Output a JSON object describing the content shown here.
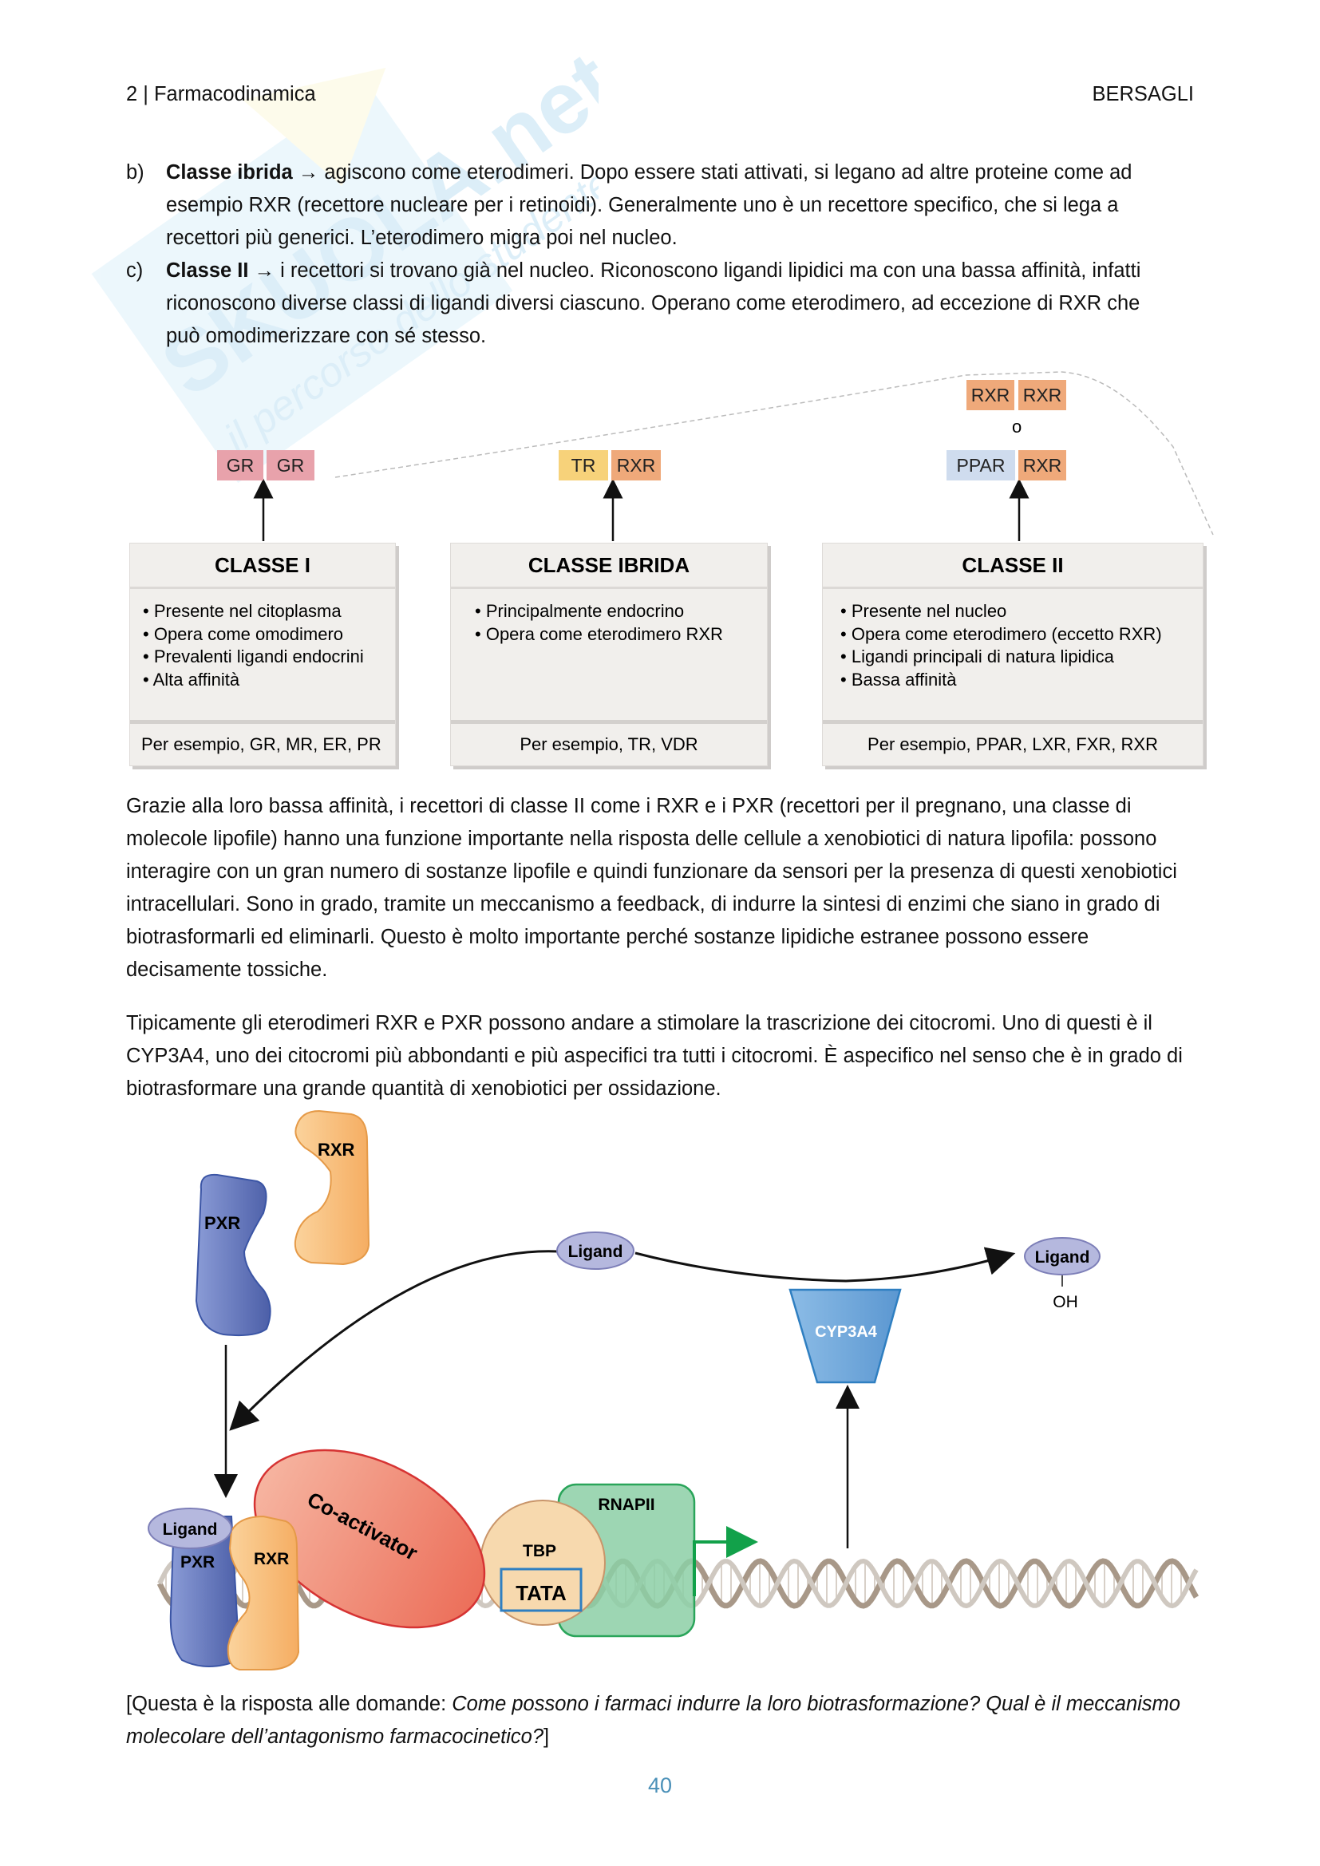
{
  "header": {
    "left": "2 | Farmacodinamica",
    "right": "BERSAGLI"
  },
  "list": [
    {
      "marker": "b)",
      "title": "Classe ibrida",
      "arrow": "→",
      "lines": [
        " agiscono come eterodimeri. Dopo essere stati attivati, si legano ad altre proteine come ad",
        "esempio RXR (recettore nucleare per i retinoidi). Generalmente uno è un recettore specifico, che si lega a",
        "recettori più generici. L’eterodimero migra poi nel nucleo."
      ]
    },
    {
      "marker": "c)",
      "title": "Classe II",
      "arrow": "→",
      "lines": [
        " i recettori si trovano già nel nucleo. Riconoscono ligandi lipidici ma con una bassa affinità, infatti",
        "riconoscono diverse classi di ligandi diversi ciascuno. Operano come eterodimero, ad eccezione di RXR che",
        "può omodimerizzare con sé stesso."
      ]
    }
  ],
  "class_diagram": {
    "classes": [
      {
        "title": "CLASSE I",
        "bullets": [
          "Presente nel citoplasma",
          "Opera come omodimero",
          "Prevalenti ligandi endocrini",
          "Alta affinità"
        ],
        "example": "Per esempio, GR, MR, ER, PR",
        "dimers": [
          [
            "GR",
            "GR"
          ]
        ]
      },
      {
        "title": "CLASSE IBRIDA",
        "bullets": [
          "Principalmente endocrino",
          "Opera come eterodimero RXR"
        ],
        "example": "Per esempio, TR, VDR",
        "dimers": [
          [
            "TR",
            "RXR"
          ]
        ]
      },
      {
        "title": "CLASSE II",
        "bullets": [
          "Presente nel nucleo",
          "Opera come eterodimero (eccetto RXR)",
          "Ligandi principali di natura lipidica",
          "Bassa affinità"
        ],
        "example": "Per esempio, PPAR, LXR, FXR, RXR",
        "dimers": [
          [
            "RXR",
            "RXR"
          ],
          [
            "PPAR",
            "RXR"
          ]
        ],
        "or_label": "o"
      }
    ],
    "bullet_char": "•",
    "colors": {
      "pink": "#e8a2ab",
      "yellow": "#f7d27a",
      "orange": "#efa97a",
      "blue": "#cfdcee"
    }
  },
  "paragraphs": {
    "p1": "Grazie alla loro bassa affinità, i recettori di classe II come i RXR e i PXR (recettori per il pregnano, una classe di molecole lipofile) hanno una funzione importante nella risposta delle cellule a xenobiotici di natura lipofila: possono interagire con un gran numero di sostanze lipofile e quindi funzionare da sensori per la presenza di questi xenobiotici intracellulari. Sono in grado, tramite un meccanismo a feedback, di indurre la sintesi di enzimi che siano in grado di biotrasformarli ed eliminarli. Questo è molto importante perché sostanze lipidiche estranee possono essere decisamente tossiche.",
    "p2": "Tipicamente gli eterodimeri RXR e PXR possono andare a stimolare la trascrizione dei citocromi. Uno di questi è il CYP3A4, uno dei citocromi più abbondanti e più aspecifici tra tutti i citocromi. È aspecifico nel senso che è in grado di biotrasformare una grande quantità di xenobiotici per ossidazione."
  },
  "mechanism_diagram": {
    "labels": {
      "pxr": "PXR",
      "rxr": "RXR",
      "ligand": "Ligand",
      "ligand_out": "Ligand",
      "oh": "OH",
      "cyp": "CYP3A4",
      "coactivator": "Co-activator",
      "tbp": "TBP",
      "tata": "TATA",
      "rnapii": "RNAPII",
      "bound_ligand": "Ligand",
      "bound_pxr": "PXR",
      "bound_rxr": "RXR"
    },
    "colors": {
      "pxr": "#5b6fb5",
      "rxr": "#f6b874",
      "ligand": "#b5b8de",
      "cyp": "#6fa5d9",
      "coactivator": "#ef7d6a",
      "tbp": "#f7d9ae",
      "rnapii": "#8ccfa6",
      "transcription_arrow": "#12a14a",
      "dna": "#a89888"
    }
  },
  "closing": {
    "prefix": "[Questa è la risposta alle domande: ",
    "italic": "Come possono i farmaci indurre la loro biotrasformazione? Qual è il meccanismo molecolare dell’antagonismo farmacocinetico?",
    "suffix": "]"
  },
  "watermark": {
    "brand": "SKUOLA.net",
    "tagline": "il percorso dello studente"
  },
  "footer": {
    "page_number": "40"
  }
}
